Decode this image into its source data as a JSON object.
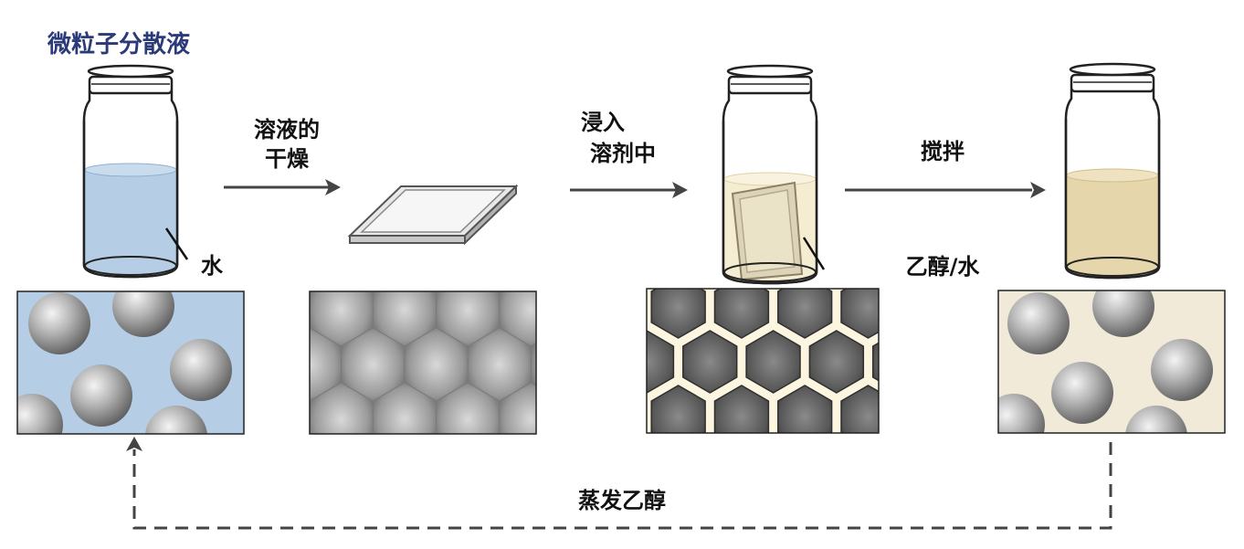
{
  "title": "微粒子分散液",
  "labels": {
    "water": "水",
    "dry_line1": "溶液的",
    "dry_line2": "干燥",
    "immerse_line1": "浸入",
    "immerse_line2": "溶剂中",
    "stir": "搅拌",
    "ethanol_water": "乙醇/水",
    "evaporate": "蒸发乙醇"
  },
  "colors": {
    "water": "#b5cee6",
    "solvent": "#f5edd2",
    "stirred_liquid": "#e6d6ab",
    "panel_cream": "#f2ead8",
    "arrow": "#444444",
    "title": "#2b3a78"
  },
  "steps": [
    {
      "panel": "dispersed-particles-in-water",
      "bg": "water"
    },
    {
      "panel": "close-packed-dried-film",
      "bg": "gray"
    },
    {
      "panel": "film-immersed-in-solvent",
      "bg": "solvent"
    },
    {
      "panel": "redispersed-particles",
      "bg": "panel_cream"
    }
  ]
}
